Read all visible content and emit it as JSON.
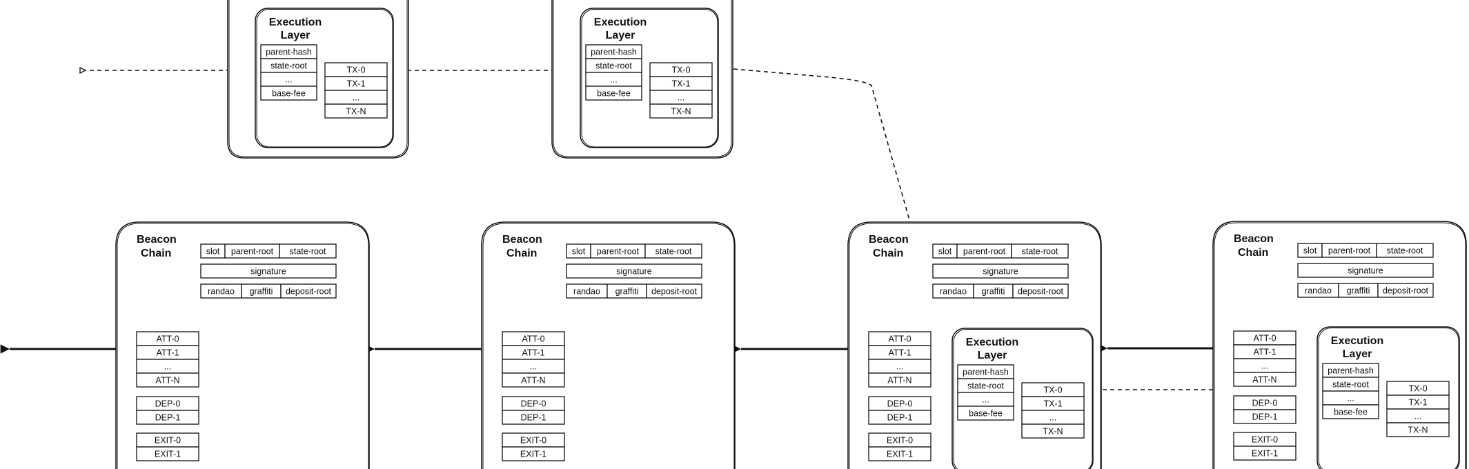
{
  "colors": {
    "stroke": "#111111",
    "background": "#ffffff"
  },
  "beacon": {
    "title_line1": "Beacon",
    "title_line2": "Chain",
    "header_row1": [
      "slot",
      "parent-root",
      "state-root"
    ],
    "signature": "signature",
    "header_row3": [
      "randao",
      "graffiti",
      "deposit-root"
    ],
    "attestations": [
      "ATT-0",
      "ATT-1",
      "...",
      "ATT-N"
    ],
    "deposits": [
      "DEP-0",
      "DEP-1"
    ],
    "exits": [
      "EXIT-0",
      "EXIT-1"
    ]
  },
  "execution": {
    "title_line1": "Execution",
    "title_line2": "Layer",
    "header_fields": [
      "parent-hash",
      "state-root",
      "...",
      "base-fee"
    ],
    "transactions": [
      "TX-0",
      "TX-1",
      "...",
      "TX-N"
    ]
  }
}
